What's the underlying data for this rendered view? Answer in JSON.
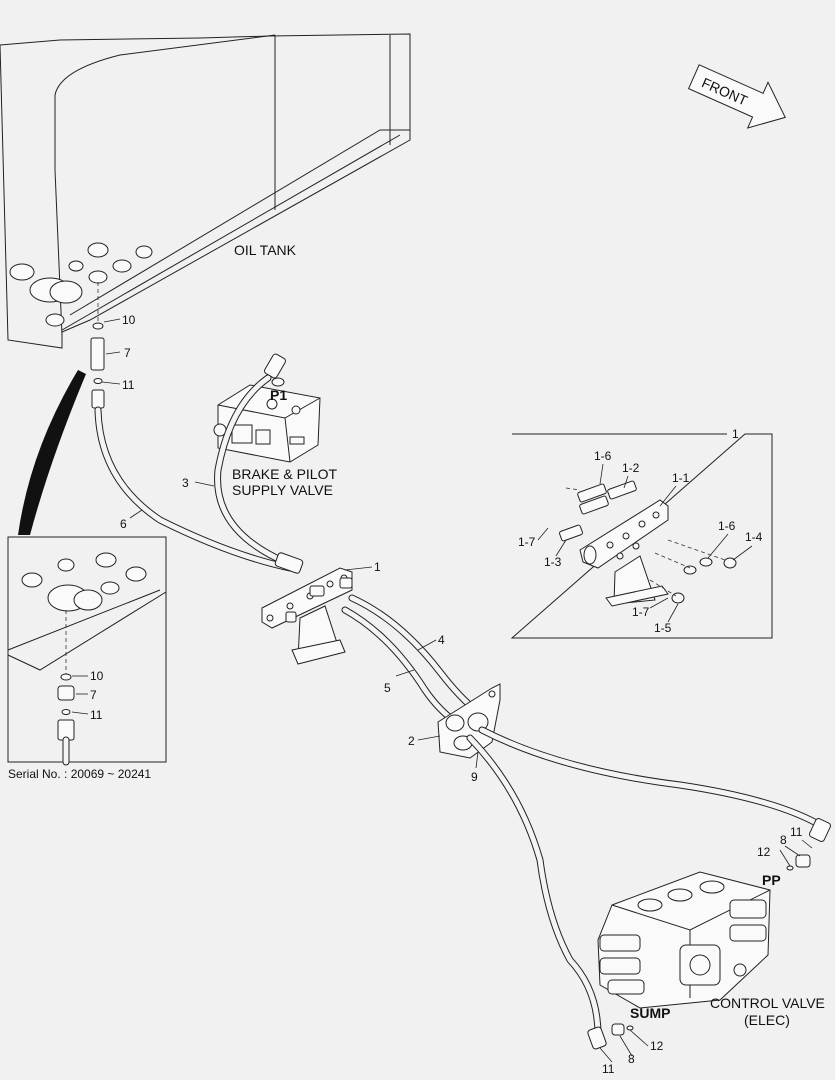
{
  "labels": {
    "oil_tank": "OIL TANK",
    "front": "FRONT",
    "p1": "P1",
    "brake_pilot_line1": "BRAKE & PILOT",
    "brake_pilot_line2": "SUPPLY VALVE",
    "pp": "PP",
    "sump": "SUMP",
    "control_valve_line1": "CONTROL VALVE",
    "control_valve_line2": "(ELEC)",
    "serial": "Serial No. : 20069 ~ 20241"
  },
  "callouts": {
    "n10": "10",
    "n7": "7",
    "n11": "11",
    "n3": "3",
    "n6": "6",
    "n1": "1",
    "n4": "4",
    "n5": "5",
    "n2": "2",
    "n9": "9",
    "n8": "8",
    "n12": "12",
    "inset_n10": "10",
    "inset_n7": "7",
    "inset_n11": "11",
    "pp_n8": "8",
    "pp_n11": "11",
    "pp_n12": "12",
    "sump_n12": "12",
    "sump_n8": "8",
    "sump_n11": "11",
    "d1": "1",
    "d1_1": "1-1",
    "d1_2": "1-2",
    "d1_3": "1-3",
    "d1_4": "1-4",
    "d1_5": "1-5",
    "d1_6a": "1-6",
    "d1_6b": "1-6",
    "d1_7a": "1-7",
    "d1_7b": "1-7"
  }
}
